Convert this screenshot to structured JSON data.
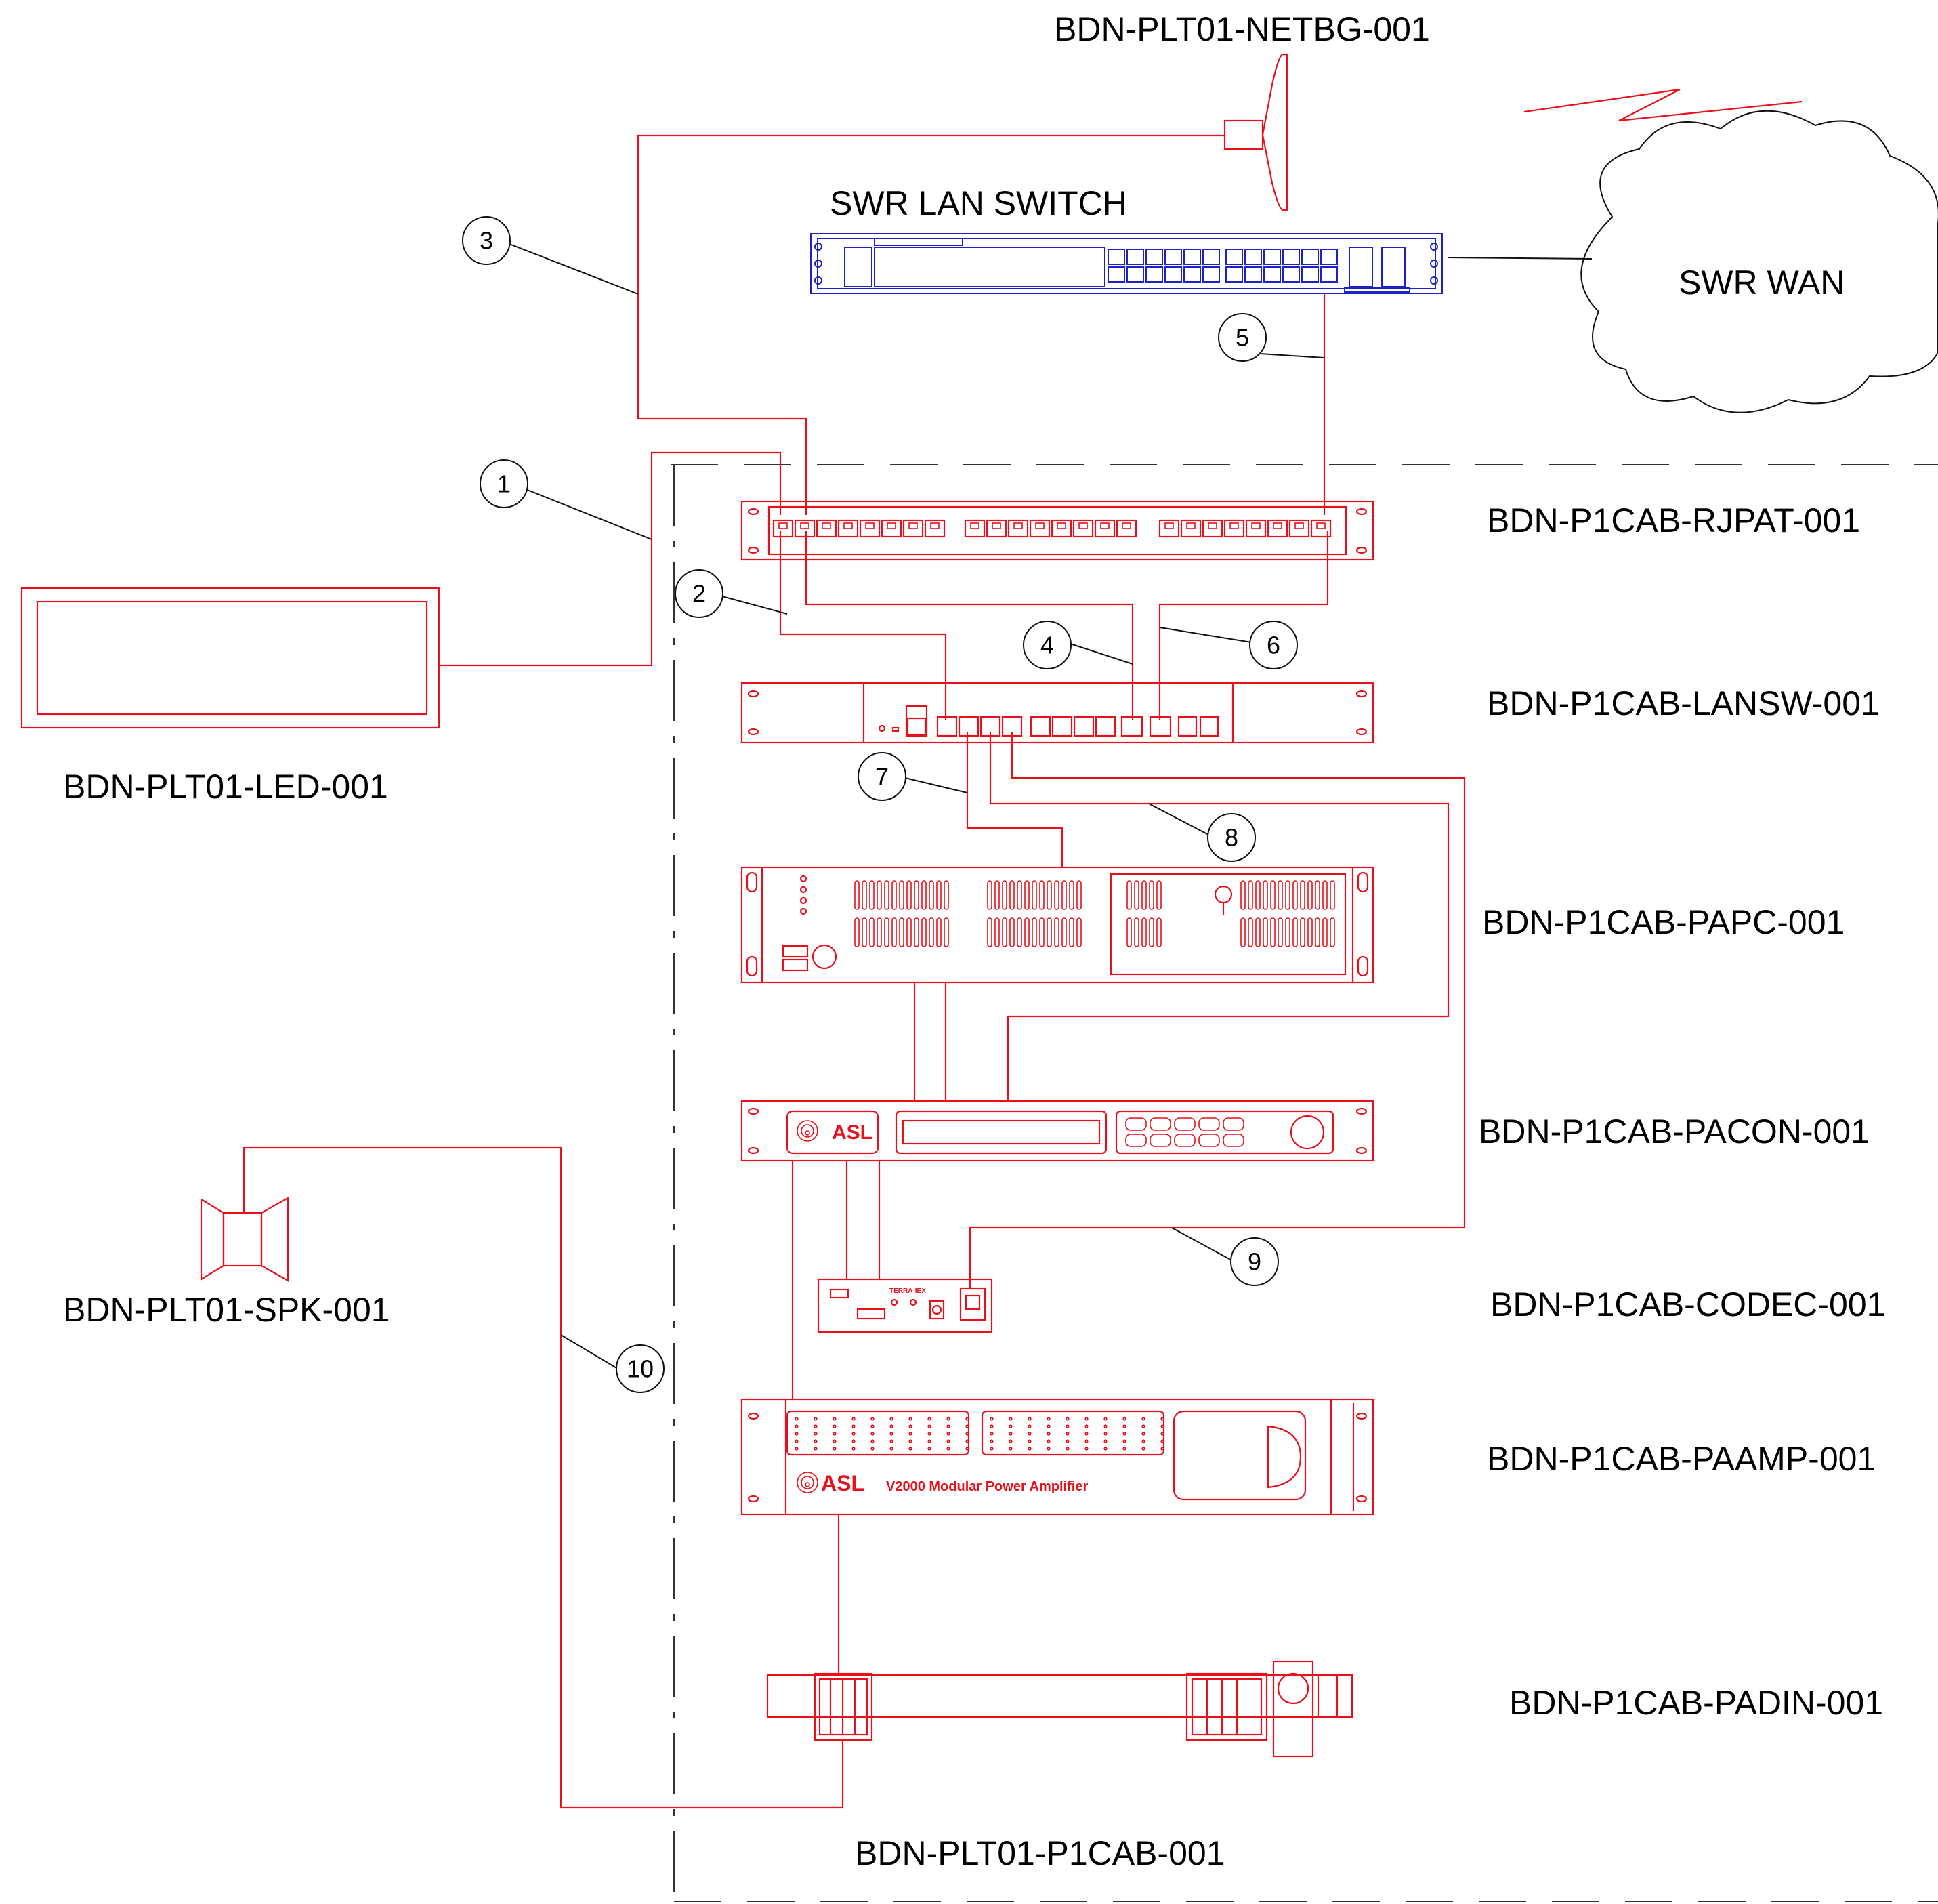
{
  "devices": {
    "netbg": "BDN-PLT01-NETBG-001",
    "lan_switch": "SWR LAN SWITCH",
    "wan": "SWR WAN",
    "rjpat": "BDN-P1CAB-RJPAT-001",
    "lansw": "BDN-P1CAB-LANSW-001",
    "papc": "BDN-P1CAB-PAPC-001",
    "pacon": "BDN-P1CAB-PACON-001",
    "codec": "BDN-P1CAB-CODEC-001",
    "paamp": "BDN-P1CAB-PAAMP-001",
    "padin": "BDN-P1CAB-PADIN-001",
    "led": "BDN-PLT01-LED-001",
    "spk": "BDN-PLT01-SPK-001",
    "cabinet": "BDN-PLT01-P1CAB-001"
  },
  "cables": [
    "1",
    "2",
    "3",
    "4",
    "5",
    "6",
    "7",
    "8",
    "9",
    "10"
  ],
  "panel_text": {
    "pacon_brand": "ASL",
    "paamp_brand": "ASL",
    "paamp_model": "V2000 Modular Power Amplifier",
    "codec_model": "TERRA-IEX"
  },
  "colors": {
    "cabinet_equipment": "#e8101a",
    "network_switch": "#1a22c8",
    "annotations": "#111111"
  }
}
